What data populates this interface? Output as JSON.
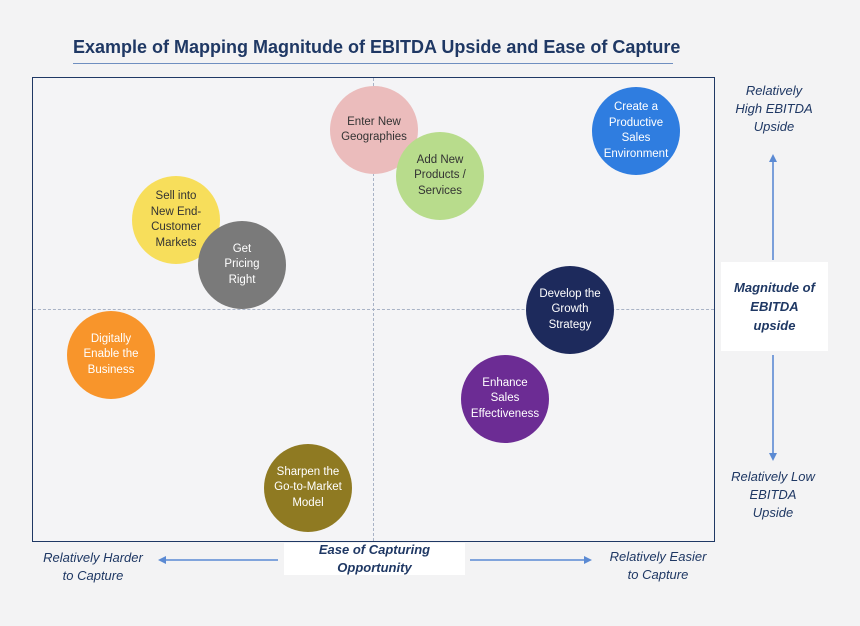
{
  "title": "Example of Mapping Magnitude of EBITDA Upside and Ease of Capture",
  "y_axis": {
    "label": "Magnitude of\nEBITDA\nupside",
    "top_text": "Relatively\nHigh EBITDA\nUpside",
    "bottom_text": "Relatively Low\nEBITDA\nUpside"
  },
  "x_axis": {
    "label": "Ease of Capturing\nOpportunity",
    "left_text": "Relatively Harder\nto Capture",
    "right_text": "Relatively Easier\nto Capture"
  },
  "bubbles": [
    {
      "label": "Enter New\nGeographies",
      "color": "#ebbcbc",
      "text_color": "#333333"
    },
    {
      "label": "Create a\nProductive\nSales\nEnvironment",
      "color": "#2f7de0",
      "text_color": "#ffffff"
    },
    {
      "label": "Add New\nProducts /\nServices",
      "color": "#b8dc8c",
      "text_color": "#333333"
    },
    {
      "label": "Sell into\nNew End-\nCustomer\nMarkets",
      "color": "#f7de5b",
      "text_color": "#333333"
    },
    {
      "label": "Get\nPricing\nRight",
      "color": "#7a7a7a",
      "text_color": "#ffffff"
    },
    {
      "label": "Develop the\nGrowth\nStrategy",
      "color": "#1d2a5c",
      "text_color": "#ffffff"
    },
    {
      "label": "Digitally\nEnable the\nBusiness",
      "color": "#f8952b",
      "text_color": "#ffffff"
    },
    {
      "label": "Enhance Sales\nEffectiveness",
      "color": "#6c2c94",
      "text_color": "#ffffff"
    },
    {
      "label": "Sharpen the\nGo-to-Market\nModel",
      "color": "#8f7a22",
      "text_color": "#ffffff"
    }
  ],
  "colors": {
    "title": "#1f3864",
    "axis_text": "#1f3864",
    "arrow": "#5b8ad3",
    "frame": "#1f3864",
    "divider": "#a9b3c6"
  }
}
